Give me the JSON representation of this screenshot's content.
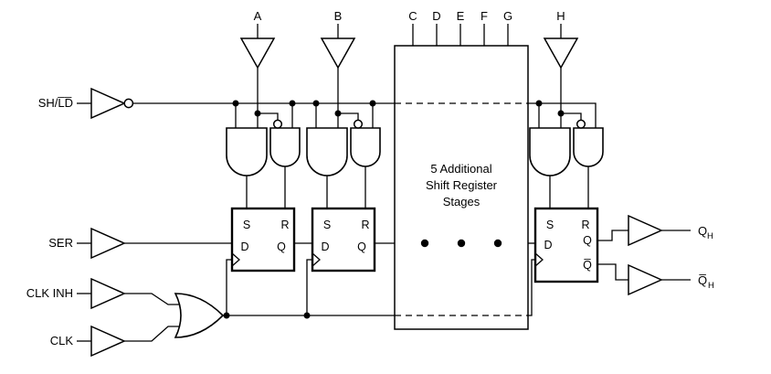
{
  "labels": {
    "shld": "SH/L̅D̅",
    "ser": "SER",
    "clk_inh": "CLK INH",
    "clk": "CLK"
  },
  "inputs": [
    "A",
    "B",
    "C",
    "D",
    "E",
    "F",
    "G",
    "H"
  ],
  "box": {
    "line1": "5 Additional",
    "line2": "Shift Register",
    "line3": "Stages"
  },
  "ff": {
    "s": "S",
    "r": "R",
    "d": "D",
    "q": "Q",
    "qbar": "Q̅"
  },
  "outputs": {
    "q": "Q",
    "q_sub": "H",
    "qbar": "Q̅",
    "qbar_sub": "H"
  },
  "colors": {
    "line": "#000000",
    "background": "#ffffff"
  }
}
